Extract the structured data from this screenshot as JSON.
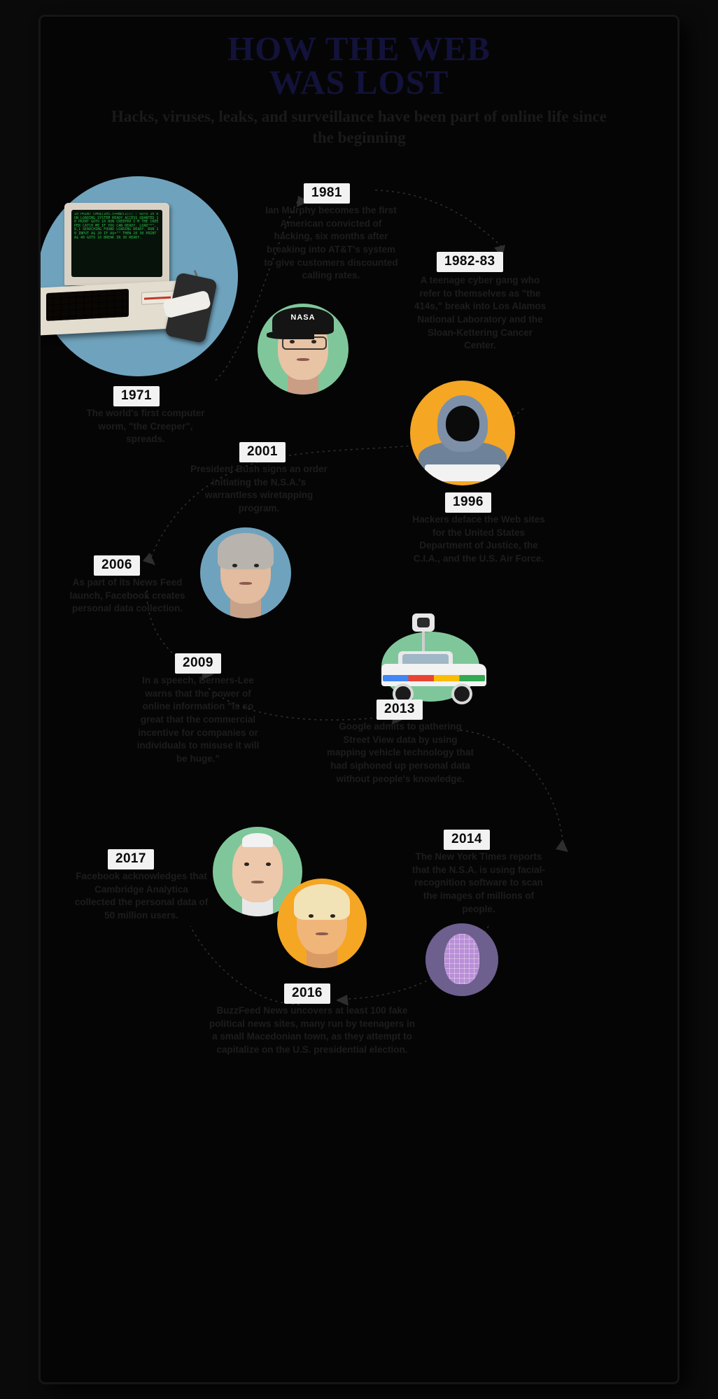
{
  "poster": {
    "title_line1": "HOW THE WEB",
    "title_line2": "WAS LOST",
    "subtitle": "Hacks, viruses, leaks, and surveillance have been part of online life since the beginning",
    "title_color": "#12123a",
    "background_color": "#050505",
    "year_badge_bg": "#f2f2f2",
    "year_badge_fg": "#0a0a0a",
    "body_color": "#1d1d1d"
  },
  "events": [
    {
      "year": "1971",
      "body": "The world's first computer worm, \"the Creeper\", spreads.",
      "image": {
        "name": "vintage-computer-photo",
        "disc_color": "#6fa3bd"
      }
    },
    {
      "year": "1981",
      "body": "Ian Murphy becomes the first American convicted of hacking, six months after breaking into AT&T's system to give customers discounted calling rates.",
      "image": {
        "name": "hacker-portrait-photo",
        "disc_color": "#7fc79a",
        "cap_text": "NASA"
      }
    },
    {
      "year": "1982-83",
      "body": "A teenage cyber gang who refer to themselves as \"the 414s,\" break into Los Alamos National Laboratory and the Sloan-Kettering Cancer Center.",
      "image": {
        "name": "hooded-hacker-photo",
        "disc_color": "#f5a623"
      }
    },
    {
      "year": "1996",
      "body": "Hackers deface the Web sites for the United States Department of Justice, the C.I.A., and the U.S. Air Force."
    },
    {
      "year": "2001",
      "body": "President Bush signs an order initiating the N.S.A.'s warrantless wiretapping program.",
      "image": {
        "name": "president-bush-photo",
        "disc_color": "#6fa3bd"
      }
    },
    {
      "year": "2006",
      "body": "As part of its News Feed launch, Facebook creates personal data collection."
    },
    {
      "year": "2009",
      "body": "In a speech, Berners-Lee warns that the power of online information \"is so great that the commercial incentive for companies or individuals to misuse it will be huge.\""
    },
    {
      "year": "2013",
      "body": "Google admits to gathering Street View data by using mapping vehicle technology that had siphoned up personal data without people's knowledge.",
      "image": {
        "name": "google-street-view-car-photo",
        "disc_color": "#7fc79a"
      }
    },
    {
      "year": "2014",
      "body": "The New York Times reports that the N.S.A. is using facial-recognition software to scan the images of millions of people.",
      "image": {
        "name": "facial-recognition-wireframe-photo",
        "disc_color": "#6d5f8e"
      }
    },
    {
      "year": "2016",
      "body": "BuzzFeed News uncovers at least 100 fake political news sites, many run by teenagers in a small Macedonian town, as they attempt to capitalize on the U.S. presidential election.",
      "image": {
        "name": "pope-francis-photo",
        "disc_color": "#7fc79a"
      },
      "image2": {
        "name": "donald-trump-photo",
        "disc_color": "#f5a623"
      }
    },
    {
      "year": "2017",
      "body": "Facebook acknowledges that Cambridge Analytica collected the personal data of 50 million users."
    }
  ],
  "screen_text": "10 PRINT CHR$(205.5+RND(1)); : GOTO 10  RUN  LOADING  SYSTEM READY  ACCESS GRANTED  10 PRINT  GOTO 10  RUN  CREEPER  I'M THE CREEPER CATCH ME IF YOU CAN  READY.  LOAD\"*\",8,1  SEARCHING  FOUND  LOADING  READY. RUN  10 INPUT A$  20 IF A$=\"\" THEN 10  30 PRINT A$  40 GOTO 10  BREAK IN 30  READY."
}
